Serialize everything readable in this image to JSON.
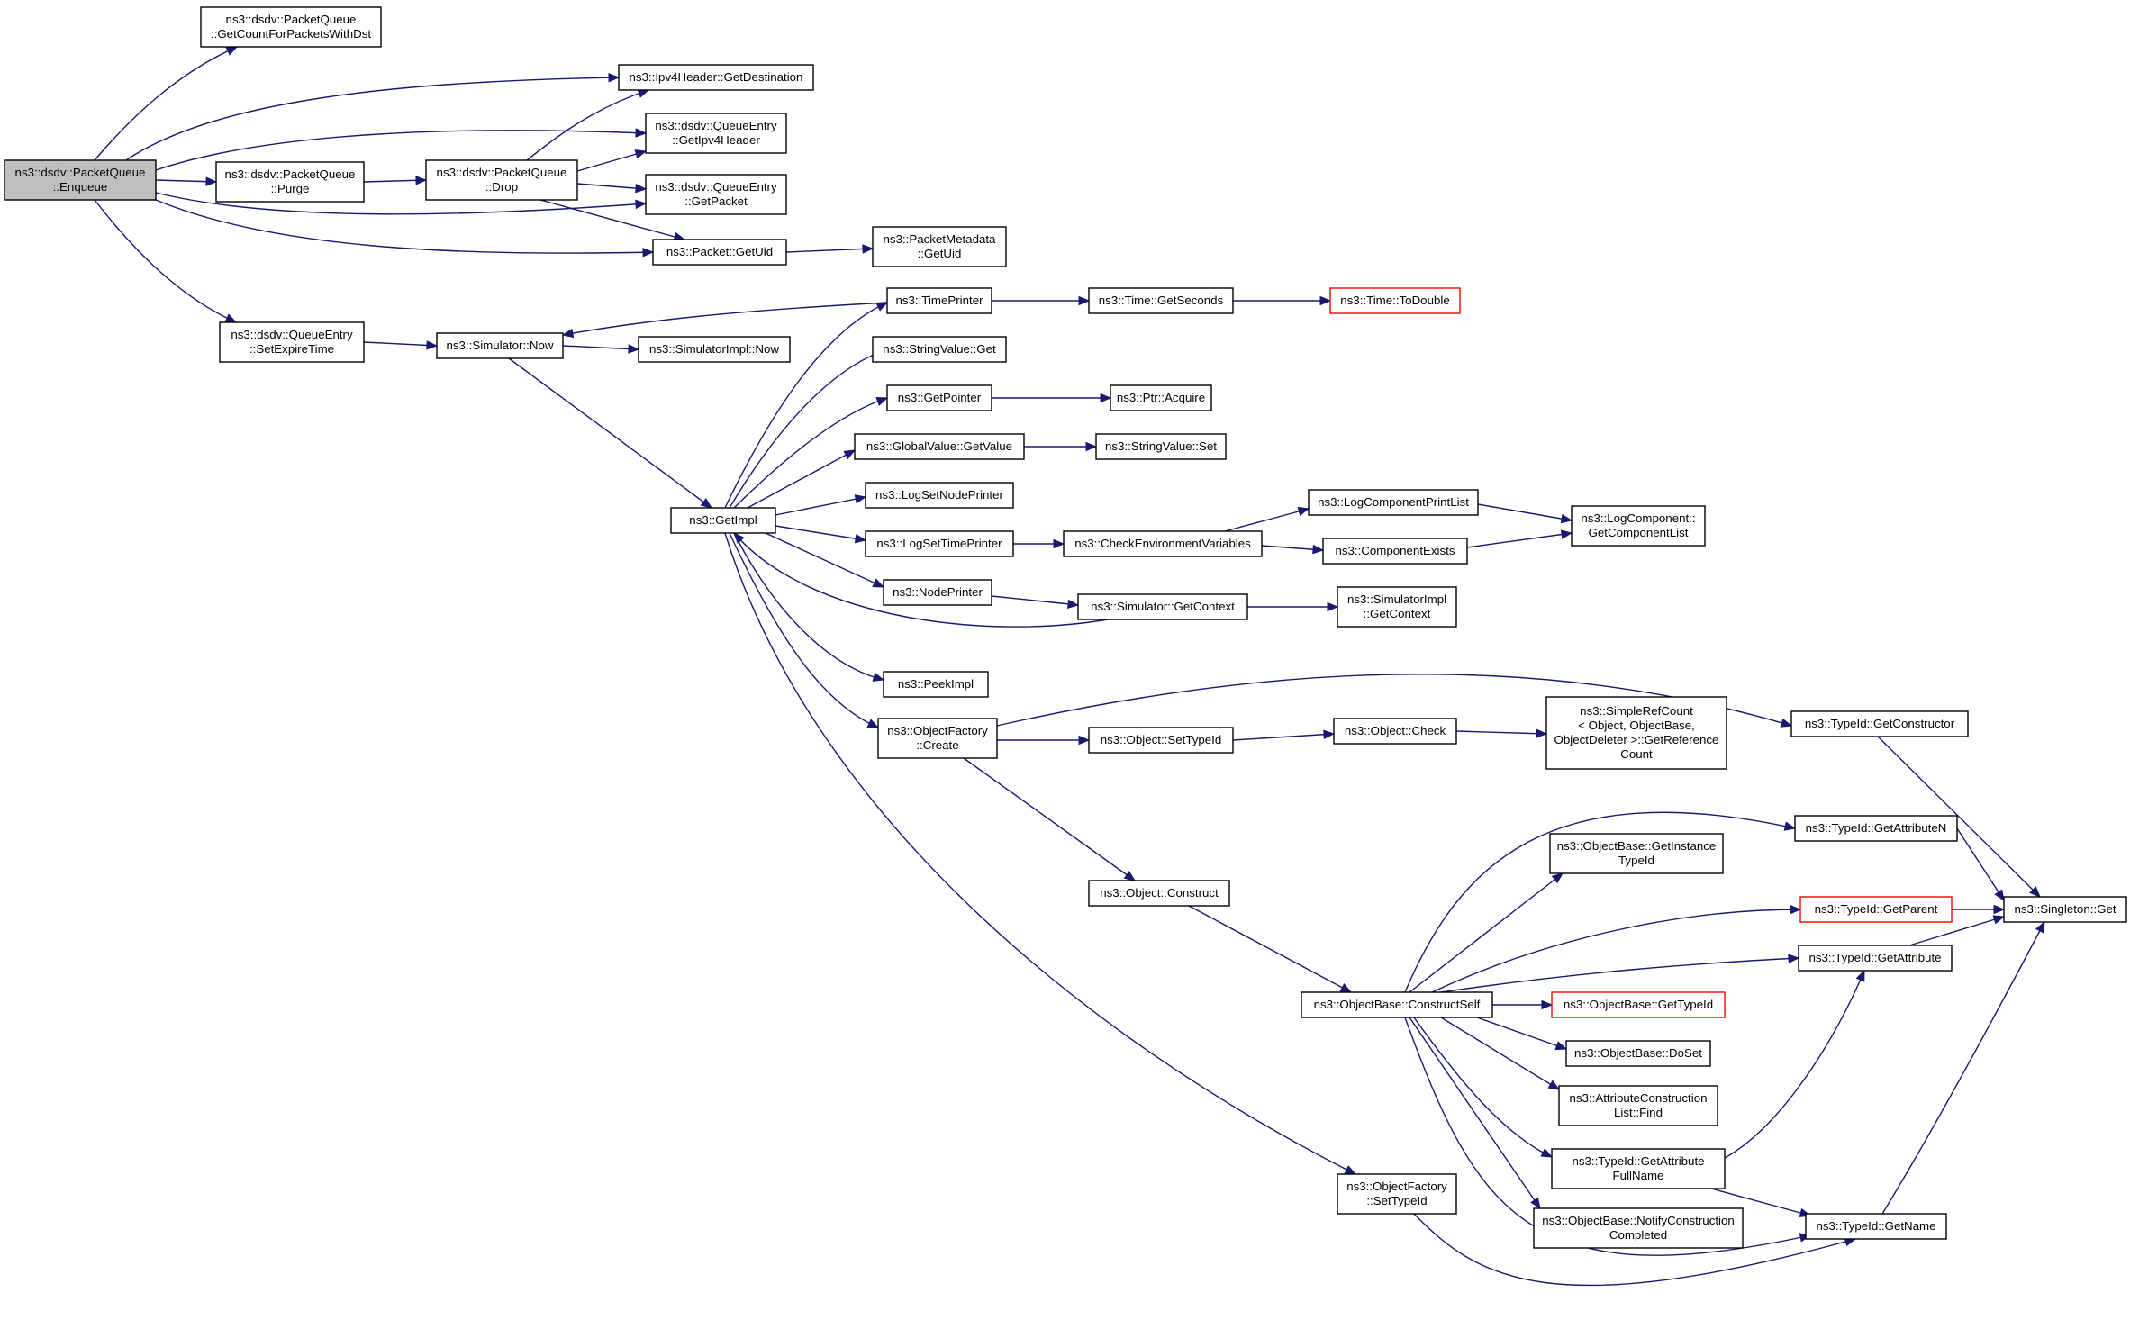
{
  "colors": {
    "edge": "#191970",
    "root_fill": "#bfbfbf",
    "border": "#000000",
    "truncated_border": "#ff0000"
  },
  "nodes": [
    {
      "id": "n0",
      "lines": [
        "ns3::dsdv::PacketQueue",
        "::Enqueue"
      ]
    },
    {
      "id": "n1",
      "lines": [
        "ns3::dsdv::PacketQueue",
        "::GetCountForPacketsWithDst"
      ]
    },
    {
      "id": "n2",
      "lines": [
        "ns3::Ipv4Header::GetDestination"
      ]
    },
    {
      "id": "n3",
      "lines": [
        "ns3::dsdv::QueueEntry",
        "::GetIpv4Header"
      ]
    },
    {
      "id": "n4",
      "lines": [
        "ns3::dsdv::PacketQueue",
        "::Purge"
      ]
    },
    {
      "id": "n5",
      "lines": [
        "ns3::dsdv::PacketQueue",
        "::Drop"
      ]
    },
    {
      "id": "n6",
      "lines": [
        "ns3::dsdv::QueueEntry",
        "::GetPacket"
      ]
    },
    {
      "id": "n7",
      "lines": [
        "ns3::Packet::GetUid"
      ]
    },
    {
      "id": "n8",
      "lines": [
        "ns3::PacketMetadata",
        "::GetUid"
      ]
    },
    {
      "id": "n9",
      "lines": [
        "ns3::dsdv::QueueEntry",
        "::SetExpireTime"
      ]
    },
    {
      "id": "n10",
      "lines": [
        "ns3::Simulator::Now"
      ]
    },
    {
      "id": "n11",
      "lines": [
        "ns3::SimulatorImpl::Now"
      ]
    },
    {
      "id": "n12",
      "lines": [
        "ns3::TimePrinter"
      ]
    },
    {
      "id": "n13",
      "lines": [
        "ns3::Time::GetSeconds"
      ]
    },
    {
      "id": "n14",
      "lines": [
        "ns3::Time::ToDouble"
      ]
    },
    {
      "id": "n15",
      "lines": [
        "ns3::StringValue::Get"
      ]
    },
    {
      "id": "n16",
      "lines": [
        "ns3::GetPointer"
      ]
    },
    {
      "id": "n17",
      "lines": [
        "ns3::Ptr::Acquire"
      ]
    },
    {
      "id": "n18",
      "lines": [
        "ns3::GlobalValue::GetValue"
      ]
    },
    {
      "id": "n19",
      "lines": [
        "ns3::StringValue::Set"
      ]
    },
    {
      "id": "n20",
      "lines": [
        "ns3::LogSetNodePrinter"
      ]
    },
    {
      "id": "n21",
      "lines": [
        "ns3::GetImpl"
      ]
    },
    {
      "id": "n22",
      "lines": [
        "ns3::LogSetTimePrinter"
      ]
    },
    {
      "id": "n23",
      "lines": [
        "ns3::CheckEnvironmentVariables"
      ]
    },
    {
      "id": "n24",
      "lines": [
        "ns3::LogComponentPrintList"
      ]
    },
    {
      "id": "n25",
      "lines": [
        "ns3::LogComponent::",
        "GetComponentList"
      ]
    },
    {
      "id": "n26",
      "lines": [
        "ns3::ComponentExists"
      ]
    },
    {
      "id": "n27",
      "lines": [
        "ns3::NodePrinter"
      ]
    },
    {
      "id": "n28",
      "lines": [
        "ns3::Simulator::GetContext"
      ]
    },
    {
      "id": "n29",
      "lines": [
        "ns3::SimulatorImpl",
        "::GetContext"
      ]
    },
    {
      "id": "n30",
      "lines": [
        "ns3::PeekImpl"
      ]
    },
    {
      "id": "n31",
      "lines": [
        "ns3::ObjectFactory",
        "::Create"
      ]
    },
    {
      "id": "n32",
      "lines": [
        "ns3::Object::SetTypeId"
      ]
    },
    {
      "id": "n33",
      "lines": [
        "ns3::Object::Check"
      ]
    },
    {
      "id": "n34",
      "lines": [
        "ns3::SimpleRefCount",
        "< Object, ObjectBase,",
        "ObjectDeleter >::GetReference",
        "Count"
      ]
    },
    {
      "id": "n35",
      "lines": [
        "ns3::TypeId::GetConstructor"
      ]
    },
    {
      "id": "n36",
      "lines": [
        "ns3::TypeId::GetAttributeN"
      ]
    },
    {
      "id": "n37",
      "lines": [
        "ns3::ObjectBase::GetInstance",
        "TypeId"
      ]
    },
    {
      "id": "n38",
      "lines": [
        "ns3::Object::Construct"
      ]
    },
    {
      "id": "n39",
      "lines": [
        "ns3::TypeId::GetParent"
      ]
    },
    {
      "id": "n40",
      "lines": [
        "ns3::Singleton::Get"
      ]
    },
    {
      "id": "n41",
      "lines": [
        "ns3::TypeId::GetAttribute"
      ]
    },
    {
      "id": "n42",
      "lines": [
        "ns3::ObjectBase::ConstructSelf"
      ]
    },
    {
      "id": "n43",
      "lines": [
        "ns3::ObjectBase::GetTypeId"
      ]
    },
    {
      "id": "n44",
      "lines": [
        "ns3::ObjectBase::DoSet"
      ]
    },
    {
      "id": "n45",
      "lines": [
        "ns3::AttributeConstruction",
        "List::Find"
      ]
    },
    {
      "id": "n46",
      "lines": [
        "ns3::TypeId::GetAttribute",
        "FullName"
      ]
    },
    {
      "id": "n47",
      "lines": [
        "ns3::ObjectFactory",
        "::SetTypeId"
      ]
    },
    {
      "id": "n48",
      "lines": [
        "ns3::ObjectBase::NotifyConstruction",
        "Completed"
      ]
    },
    {
      "id": "n49",
      "lines": [
        "ns3::TypeId::GetName"
      ]
    }
  ]
}
